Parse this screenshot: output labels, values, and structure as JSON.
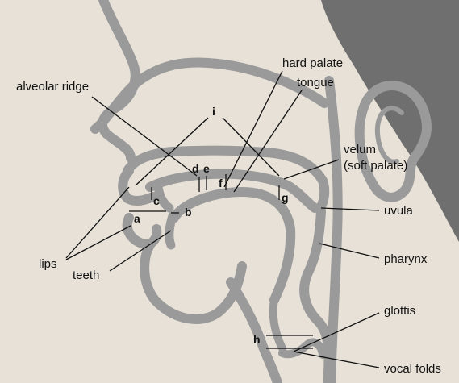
{
  "colors": {
    "background": "#e7e1d7",
    "outline": "#9a9a9a",
    "hair": "#6f6f6f",
    "text": "#111111"
  },
  "labels": {
    "alveolar_ridge": "alveolar ridge",
    "hard_palate": "hard palate",
    "tongue": "tongue",
    "velum_line1": "velum",
    "velum_line2": "(soft palate)",
    "uvula": "uvula",
    "pharynx": "pharynx",
    "lips": "lips",
    "teeth": "teeth",
    "glottis": "glottis",
    "vocal_folds": "vocal folds"
  },
  "letters": {
    "a": "a",
    "b": "b",
    "c": "c",
    "d": "d",
    "e": "e",
    "f": "f",
    "g": "g",
    "h": "h",
    "i": "i"
  }
}
